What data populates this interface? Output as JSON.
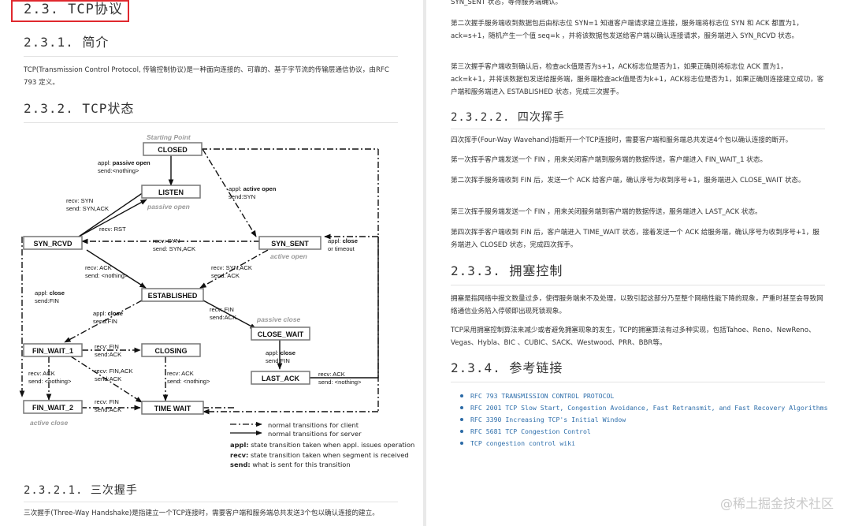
{
  "left": {
    "h_23": "2.3. TCP协议",
    "h_231": "2.3.1. 简介",
    "p_intro": "TCP(Transmission Control Protocol, 传输控制协议)是一种面向连接的、可靠的、基于字节流的传输层通信协议，由RFC 793 定义。",
    "h_232": "2.3.2. TCP状态",
    "h_2321": "2.3.2.1. 三次握手",
    "p_3way": "三次握手(Three-Way Handshake)是指建立一个TCP连接时，需要客户端和服务端总共发送3个包以确认连接的建立。"
  },
  "diagram": {
    "starting_point": "Starting Point",
    "states": {
      "closed": "CLOSED",
      "listen": "LISTEN",
      "syn_rcvd": "SYN_RCVD",
      "syn_sent": "SYN_SENT",
      "established": "ESTABLISHED",
      "close_wait": "CLOSE_WAIT",
      "last_ack": "LAST_ACK",
      "fin_wait_1": "FIN_WAIT_1",
      "closing": "CLOSING",
      "fin_wait_2": "FIN_WAIT_2",
      "time_wait": "TIME WAIT"
    },
    "tags": {
      "passive_open": "passive open",
      "active_open": "active open",
      "passive_close": "passive close",
      "active_close": "active close"
    },
    "labels": {
      "closed_listen_1a": "appl: ",
      "closed_listen_1b": "passive open",
      "closed_listen_2": "send:<nothing>",
      "active_open_1a": "appl: ",
      "active_open_1b": "active open",
      "active_open_2": "send:SYN",
      "listen_syn_1": "recv: SYN",
      "listen_syn_2": "send: SYN,ACK",
      "rst": "recv: RST",
      "simul_1": "recv: SYN",
      "simul_2": "send: SYN,ACK",
      "timeout_1a": "appl: ",
      "timeout_1b": "close",
      "timeout_2": "or timeout",
      "rcvd_est_1": "recv: ACK",
      "rcvd_est_2": "send: <nothing>",
      "sent_est_1": "recv: SYN,ACK",
      "sent_est_2": "send: ACK",
      "rcvd_close_1a": "appl: ",
      "rcvd_close_1b": "close",
      "rcvd_close_2": "send:FIN",
      "est_close_1a": "appl: ",
      "est_close_1b": "close",
      "est_close_2": "send:FIN",
      "est_cw_1": "recv: FIN",
      "est_cw_2": "send:ACK",
      "cw_la_1a": "appl: ",
      "cw_la_1b": "close",
      "cw_la_2": "send:FIN",
      "la_closed_1": "recv: ACK",
      "la_closed_2": "send: <nothing>",
      "fw1_closing_1": "recv: FIN",
      "fw1_closing_2": "send:ACK",
      "fw1_tw_1": "recv: FIN,ACK",
      "fw1_tw_2": "send:ACK",
      "closing_tw_1": "recv: ACK",
      "closing_tw_2": "send: <nothing>",
      "fw1_fw2_1": "recv: ACK",
      "fw1_fw2_2": "send: <nothing>",
      "fw2_tw_1": "recv: FIN",
      "fw2_tw_2": "send:ACK"
    },
    "legend": {
      "client": "normal transitions for client",
      "server": "normal transitions for server",
      "appl_key": "appl:",
      "appl_desc": " state transition taken when appl. issues operation",
      "recv_key": "recv:",
      "recv_desc": " state transition taken when segment is received",
      "send_key": "send:",
      "send_desc": " what is sent for this transition"
    }
  },
  "right": {
    "p_syn_sent": "SYN_SENT 状态，等待服务端确认。",
    "p_second": "第二次握手服务端收到数据包后由标志位 SYN=1 知道客户端请求建立连接，服务端将标志位 SYN 和 ACK 都置为1，ack=s+1，随机产生一个值 seq=k ，并将该数据包发送给客户端以确认连接请求，服务端进入 SYN_RCVD 状态。",
    "p_third": "第三次握手客户端收到确认后，检查ack值是否为s+1，ACK标志位是否为1，如果正确则将标志位 ACK 置为1，ack=k+1，并将该数据包发送给服务端，服务端检查ack值是否为k+1，ACK标志位是否为1，如果正确则连接建立成功，客户端和服务端进入 ESTABLISHED 状态，完成三次握手。",
    "h_2322": "2.3.2.2. 四次挥手",
    "p_4way": "四次挥手(Four-Way Wavehand)指断开一个TCP连接时，需要客户端和服务端总共发送4个包以确认连接的断开。",
    "p_w1": "第一次挥手客户端发送一个 FIN ，用来关闭客户端到服务端的数据传送，客户端进入 FIN_WAIT_1 状态。",
    "p_w2": "第二次挥手服务端收到 FIN 后，发送一个 ACK 给客户端，确认序号为收到序号+1，服务端进入 CLOSE_WAIT 状态。",
    "p_w3": "第三次挥手服务端发送一个 FIN ，用来关闭服务端到客户端的数据传送，服务端进入 LAST_ACK 状态。",
    "p_w4": "第四次挥手客户端收到 FIN 后，客户端进入 TIME_WAIT 状态，接着发送一个 ACK 给服务端，确认序号为收到序号+1，服务端进入 CLOSED 状态，完成四次挥手。",
    "h_233": "2.3.3. 拥塞控制",
    "p_cong1": "拥塞是指网络中报文数量过多，使得服务端来不及处理，以致引起这部分乃至整个网络性能下降的现象，严重时甚至会导致网络通信业务陷入停顿即出现死锁现象。",
    "p_cong2": "TCP采用拥塞控制算法来减少或者避免拥塞现象的发生，TCP的拥塞算法有过多种实现，包括Tahoe、Reno、NewReno、Vegas、Hybla、BIC 、CUBIC、SACK、Westwood、PRR、BBR等。",
    "h_234": "2.3.4. 参考链接",
    "links": [
      "RFC 793 TRANSMISSION CONTROL PROTOCOL",
      "RFC 2001 TCP Slow Start, Congestion Avoidance, Fast Retransmit, and Fast Recovery Algorithms",
      "RFC 3390 Increasing TCP's Initial Window",
      "RFC 5681 TCP Congestion Control",
      "TCP congestion control wiki"
    ]
  },
  "watermark": "@稀土掘金技术社区"
}
